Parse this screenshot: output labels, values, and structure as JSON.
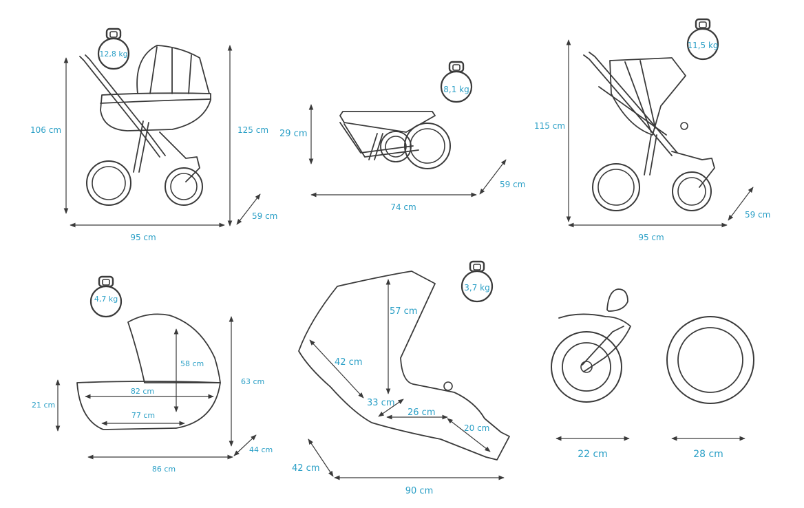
{
  "colors": {
    "label": "#2a9fc6",
    "line": "#3a3a3a",
    "background": "#ffffff"
  },
  "icons": [
    "weight-icon"
  ],
  "stroller_with_carrycot": {
    "weight": "12,8 kg",
    "height": "106 cm",
    "height_with_handle": "125 cm",
    "width": "59 cm",
    "length": "95 cm"
  },
  "folded_frame": {
    "weight": "8,1 kg",
    "height": "29 cm",
    "width": "59 cm",
    "length": "74 cm"
  },
  "stroller_with_seat": {
    "weight": "11,5 kg",
    "height": "115 cm",
    "width": "59 cm",
    "length": "95 cm"
  },
  "carrycot": {
    "weight": "4,7 kg",
    "height": "21 cm",
    "height_with_hood": "63 cm",
    "inner_depth": "58 cm",
    "top_length": "82 cm",
    "bottom_length": "77 cm",
    "width": "44 cm",
    "length": "86 cm"
  },
  "seat_unit": {
    "weight": "3,7 kg",
    "backrest_height": "57 cm",
    "backrest_length": "42 cm",
    "seat_width": "33 cm",
    "seat_depth": "26 cm",
    "legrest_length": "20 cm",
    "width": "42 cm",
    "length": "90 cm"
  },
  "wheels": {
    "front_wheel": "22 cm",
    "rear_wheel": "28 cm"
  }
}
